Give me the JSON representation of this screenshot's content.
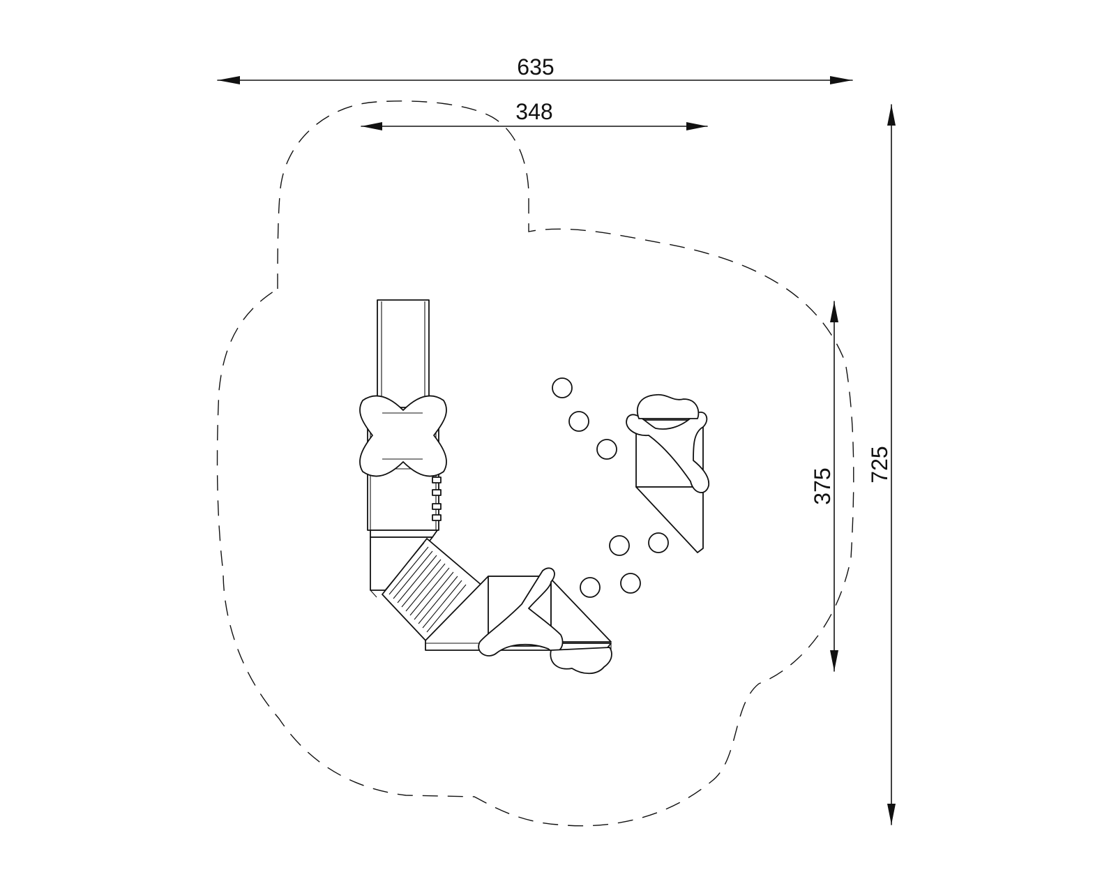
{
  "dimensions": {
    "overall_width": "635",
    "inner_width": "348",
    "inner_height": "375",
    "overall_height": "725"
  },
  "colors": {
    "line": "#111111",
    "background": "#ffffff"
  }
}
